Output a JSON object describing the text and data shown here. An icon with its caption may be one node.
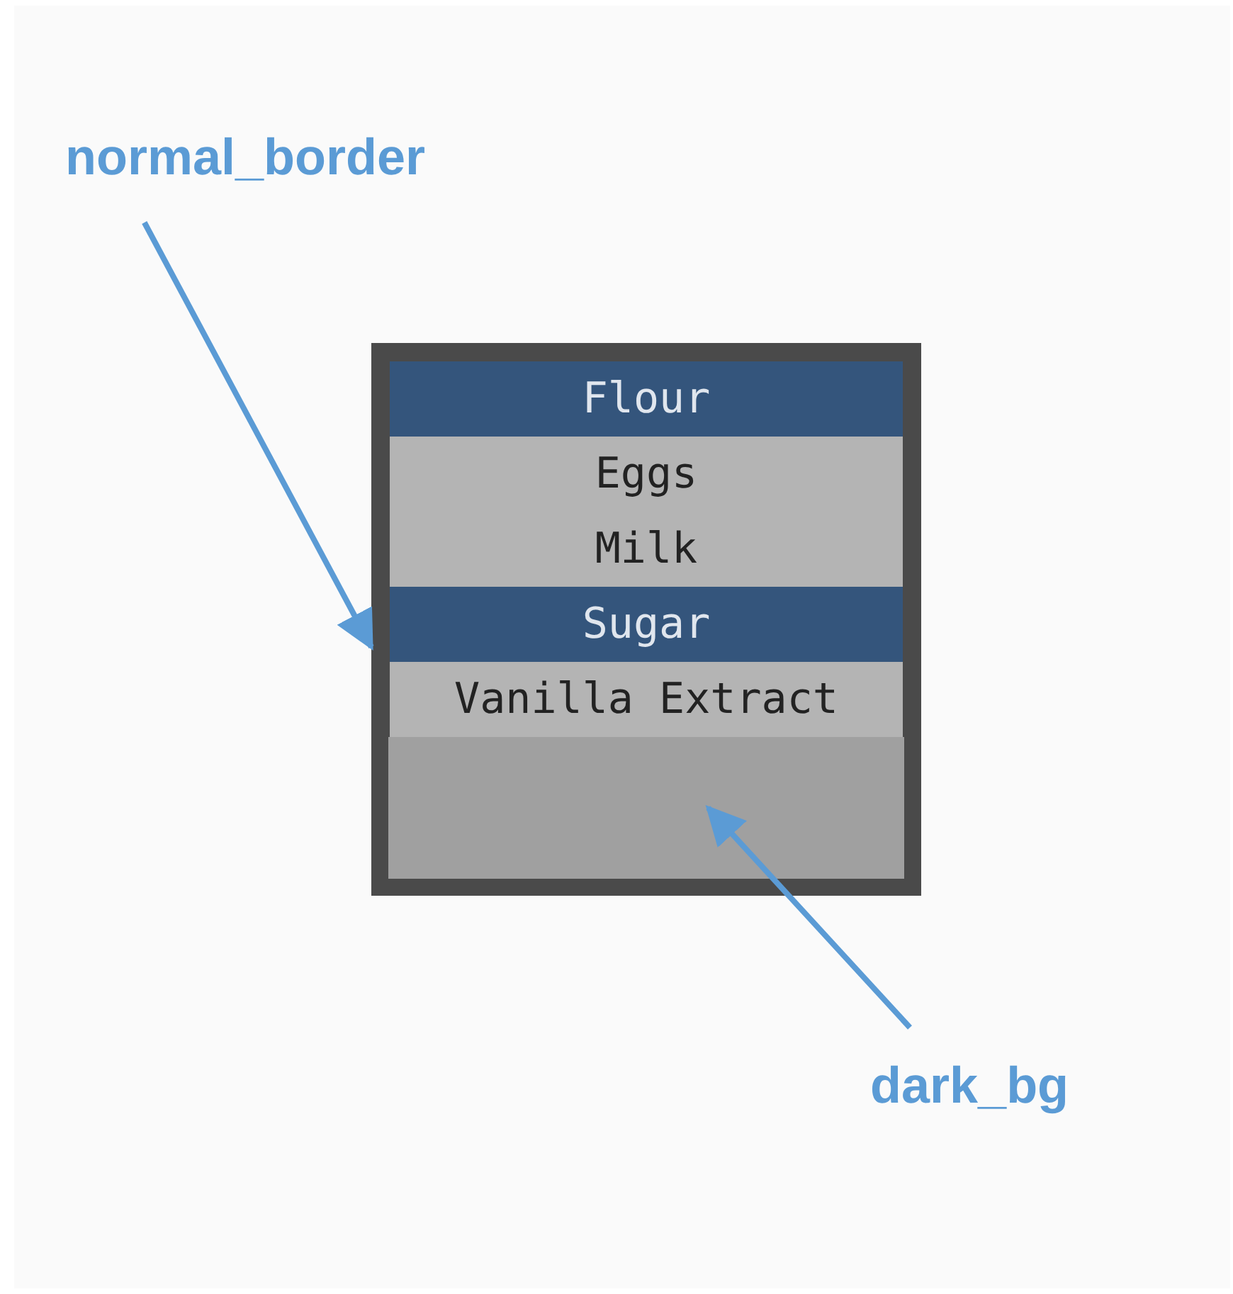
{
  "diagram": {
    "nodes": [
      {
        "text": [
          "normal_border"
        ]
      },
      {
        "text": [],
        "shape": "box"
      },
      {
        "text": [
          "Flour"
        ],
        "in": 1
      },
      {
        "text": [
          "Eggs"
        ],
        "in": 1
      },
      {
        "text": [
          "Milk"
        ],
        "in": 1
      },
      {
        "text": [
          "Sugar"
        ],
        "in": 1
      },
      {
        "text": [
          "Vanilla Extract"
        ],
        "in": 1
      },
      {
        "text": [],
        "shape": "box",
        "in": 1
      },
      {
        "text": [
          "dark_bg"
        ]
      }
    ],
    "edges": [
      {
        "from": 0,
        "to": 1,
        "arrow": "to"
      },
      {
        "from": 8,
        "to": 7,
        "arrow": "to"
      }
    ]
  }
}
